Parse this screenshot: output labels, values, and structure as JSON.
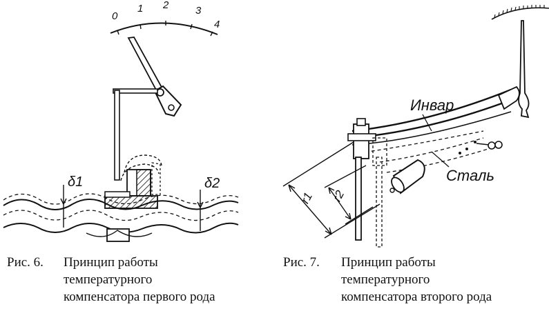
{
  "fig6": {
    "scale_ticks": [
      "0",
      "1",
      "2",
      "3",
      "4"
    ],
    "delta1": "δ1",
    "delta2": "δ2",
    "caption": {
      "number": "Рис. 6.",
      "lines": [
        "Принцип работы",
        "температурного",
        "компенсатора первого рода"
      ]
    }
  },
  "fig7": {
    "label_invar": "Инвар",
    "label_steel": "Сталь",
    "label_r1": "r1",
    "label_r2": "r2",
    "caption": {
      "number": "Рис. 7.",
      "lines": [
        "Принцип работы",
        "температурного",
        "компенсатора второго рода"
      ]
    }
  }
}
